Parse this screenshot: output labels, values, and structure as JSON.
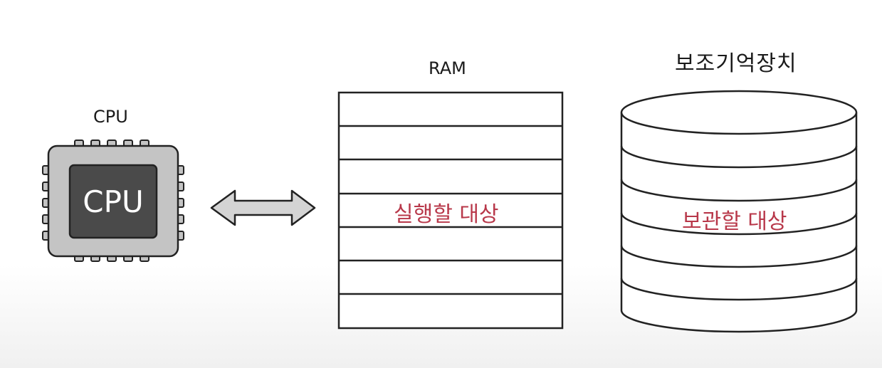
{
  "cpu": {
    "title": "CPU",
    "chip_label": "CPU"
  },
  "ram": {
    "title": "RAM",
    "content_label": "실행할 대상",
    "rows": 7
  },
  "storage": {
    "title": "보조기억장치",
    "content_label": "보관할 대상",
    "disks": 6
  },
  "colors": {
    "chip_body": "#c4c4c4",
    "chip_die": "#4a4a4a",
    "arrow_fill": "#d4d4d4",
    "label_red": "#b8384a",
    "stroke": "#222222"
  }
}
